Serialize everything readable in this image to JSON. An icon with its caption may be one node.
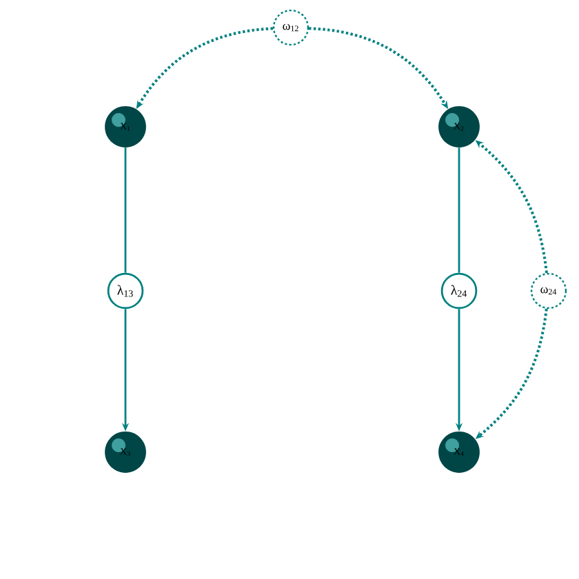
{
  "diagram": {
    "nodes": [
      {
        "text": [
          "ω$_{12}$"
        ]
      },
      {
        "text": [
          "X$_{1}$"
        ]
      },
      {
        "text": [
          "X$_{2}$"
        ]
      },
      {
        "text": [
          "λ$_{13}$"
        ]
      },
      {
        "text": [
          "λ$_{24}$"
        ]
      },
      {
        "text": [
          "ω$_{24}$"
        ]
      },
      {
        "text": [
          "X$_{3}$"
        ]
      },
      {
        "text": [
          "X$_{4}$"
        ]
      }
    ],
    "edges": [
      {
        "from": 0,
        "to": 1,
        "arrow": "to",
        "style": "dashed"
      },
      {
        "from": 0,
        "to": 2,
        "arrow": "to",
        "style": "dashed"
      },
      {
        "from": 1,
        "to": 3,
        "arrow": "none"
      },
      {
        "from": 3,
        "to": 6,
        "arrow": "to"
      },
      {
        "from": 2,
        "to": 4,
        "arrow": "none"
      },
      {
        "from": 4,
        "to": 7,
        "arrow": "to"
      },
      {
        "from": 5,
        "to": 2,
        "arrow": "to",
        "style": "dashed"
      },
      {
        "from": 5,
        "to": 7,
        "arrow": "to",
        "style": "dashed"
      }
    ]
  }
}
